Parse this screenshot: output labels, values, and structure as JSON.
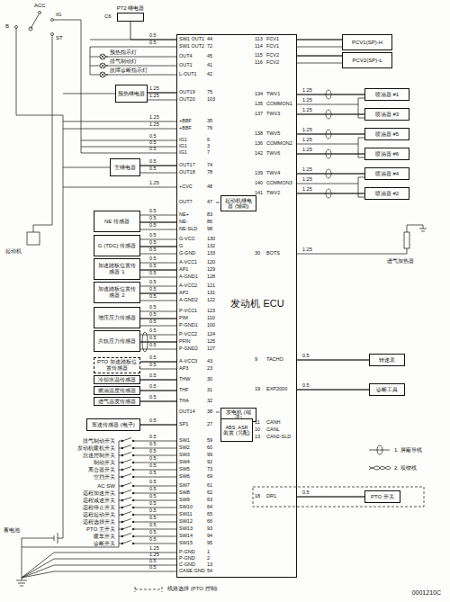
{
  "diagram": {
    "caption": "0001210C",
    "nodes": [
      {
        "text": [
          "发动机 ECU"
        ]
      },
      {
        "text": [
          "P72 继电器"
        ]
      },
      {
        "text": [
          "预热继电器"
        ]
      },
      {
        "text": [
          "主继电器"
        ]
      },
      {
        "text": [
          "起动机继电器 (辅助)"
        ],
        "in": 0
      },
      {
        "text": [
          "NE 传感器"
        ]
      },
      {
        "text": [
          "G (TDC) 传感器"
        ]
      },
      {
        "text": [
          "加速踏板位置传感器 1"
        ]
      },
      {
        "text": [
          "加速踏板位置传感器 2"
        ]
      },
      {
        "text": [
          "增压压力传感器"
        ]
      },
      {
        "text": [
          "共轨压力传感器"
        ]
      },
      {
        "text": [
          "PTO 加速踏板位置传感器"
        ]
      },
      {
        "text": [
          "冷却水温传感器"
        ]
      },
      {
        "text": [
          "燃油温度传感器"
        ]
      },
      {
        "text": [
          "进气温度传感器"
        ]
      },
      {
        "text": [
          "发电机 (端子)"
        ],
        "in": 0
      },
      {
        "text": [
          "车速传感器 (电子)"
        ]
      },
      {
        "text": [
          "PCV1(SP)-H"
        ]
      },
      {
        "text": [
          "PCV2(SP)-L"
        ]
      },
      {
        "text": [
          "喷油器 #1"
        ]
      },
      {
        "text": [
          "喷油器 #3"
        ]
      },
      {
        "text": [
          "喷油器 #5"
        ]
      },
      {
        "text": [
          "喷油器 #6"
        ]
      },
      {
        "text": [
          "喷油器 #4"
        ]
      },
      {
        "text": [
          "喷油器 #2"
        ]
      },
      {
        "text": [
          "转速表"
        ]
      },
      {
        "text": [
          "诊断工具"
        ]
      },
      {
        "text": [
          "ABS, ASR 装置 (另配)"
        ],
        "in": 0
      },
      {
        "text": [
          "PTO 开关"
        ]
      }
    ],
    "edges": [
      {
        "from": 1,
        "to": 0,
        "arrow": "none"
      },
      {
        "from": 2,
        "to": 0,
        "arrow": "none"
      },
      {
        "from": 3,
        "to": 0,
        "arrow": "none"
      },
      {
        "from": 5,
        "to": 0,
        "arrow": "none"
      },
      {
        "from": 6,
        "to": 0,
        "arrow": "none"
      },
      {
        "from": 7,
        "to": 0,
        "arrow": "none"
      },
      {
        "from": 8,
        "to": 0,
        "arrow": "none"
      },
      {
        "from": 9,
        "to": 0,
        "arrow": "none"
      },
      {
        "from": 10,
        "to": 0,
        "arrow": "none"
      },
      {
        "from": 11,
        "to": 0,
        "arrow": "none"
      },
      {
        "from": 12,
        "to": 0,
        "arrow": "none"
      },
      {
        "from": 13,
        "to": 0,
        "arrow": "none"
      },
      {
        "from": 14,
        "to": 0,
        "arrow": "none"
      },
      {
        "from": 16,
        "to": 0,
        "arrow": "none"
      },
      {
        "from": 0,
        "to": 17,
        "arrow": "none"
      },
      {
        "from": 0,
        "to": 18,
        "arrow": "none"
      },
      {
        "from": 0,
        "to": 19,
        "arrow": "none"
      },
      {
        "from": 0,
        "to": 20,
        "arrow": "none"
      },
      {
        "from": 0,
        "to": 21,
        "arrow": "none"
      },
      {
        "from": 0,
        "to": 22,
        "arrow": "none"
      },
      {
        "from": 0,
        "to": 23,
        "arrow": "none"
      },
      {
        "from": 0,
        "to": 24,
        "arrow": "none"
      },
      {
        "from": 0,
        "to": 25,
        "arrow": "none"
      },
      {
        "from": 0,
        "to": 26,
        "arrow": "none"
      },
      {
        "from": 0,
        "to": 28,
        "arrow": "none"
      }
    ],
    "labels": [
      "0.5",
      "SW1 OUT1",
      "44",
      "0.5",
      "SW1 OUT2",
      "72",
      "OUT4",
      "45",
      "OUT1",
      "41",
      "L-OUT1",
      "42",
      "1.25",
      "OUT19",
      "75",
      "1.25",
      "OUT20",
      "103",
      "1.25",
      "+BBF",
      "35",
      "1.25",
      "+BBF",
      "76",
      "0.5",
      "IG1",
      "6",
      "0.5",
      "IG1",
      "3",
      "0.5",
      "IG1",
      "7",
      "0.5",
      "OUT17",
      "74",
      "0.5",
      "OUT18",
      "78",
      "1.25",
      "+CVC",
      "48",
      "OUT7",
      "47",
      "0.5",
      "NE+",
      "83",
      "0.5",
      "NE-",
      "86",
      "0.5",
      "NE-SLD",
      "98",
      "0.5",
      "G-VCC",
      "130",
      "0.5",
      "G",
      "132",
      "0.5",
      "G-GND",
      "133",
      "0.5",
      "A-VCC1",
      "120",
      "0.5",
      "AP1",
      "129",
      "0.5",
      "A-GND1",
      "128",
      "0.5",
      "A-VCC2",
      "121",
      "0.5",
      "AP2",
      "131",
      "0.5",
      "A-GND2",
      "122",
      "0.5",
      "P-VCC1",
      "123",
      "0.5",
      "PIM",
      "110",
      "0.5",
      "P-GND1",
      "100",
      "0.5",
      "P-VCC2",
      "124",
      "0.5",
      "PFIN",
      "125",
      "0.5",
      "P-GND2",
      "127",
      "0.5",
      "A-VCC3",
      "43",
      "0.5",
      "AP3",
      "23",
      "0.5",
      "THW",
      "30",
      "0.5",
      "THF",
      "31",
      "0.5",
      "THA",
      "32",
      "OUT14",
      "38",
      "0.5",
      "SP1",
      "27",
      "0.5",
      "SW1",
      "59",
      "0.5",
      "SW2",
      "60",
      "0.5",
      "SW3",
      "99",
      "0.5",
      "SW4",
      "92",
      "0.5",
      "SW5",
      "73",
      "0.5",
      "SW6",
      "69",
      "0.5",
      "SW7",
      "61",
      "0.5",
      "SW8",
      "62",
      "0.5",
      "SW9",
      "63",
      "0.5",
      "SW10",
      "64",
      "0.5",
      "SW11",
      "65",
      "0.5",
      "SW12",
      "66",
      "0.5",
      "SW13",
      "93",
      "0.5",
      "SW14",
      "94",
      "0.5",
      "SW15",
      "95",
      "1.25",
      "P-GND",
      "1",
      "1.25",
      "P-GND",
      "2",
      "0.5",
      "C-GND",
      "13",
      "0.5",
      "CASE GND",
      "54",
      "113",
      "FCV1",
      "114",
      "FCV1",
      "115",
      "FCV2",
      "116",
      "FCV2",
      "134",
      "TWV1",
      "1.25",
      "135",
      "COMMON1",
      "1.25",
      "137",
      "TWV3",
      "1.25",
      "138",
      "TWV5",
      "1.25",
      "136",
      "COMMON2",
      "1.25",
      "142",
      "TWV6",
      "1.25",
      "139",
      "TWV4",
      "1.25",
      "140",
      "COMMON3",
      "1.25",
      "141",
      "TWV2",
      "1.25",
      "30",
      "BOTS",
      "1.25",
      "9",
      "TACHO",
      "0.5",
      "19",
      "EXP2000",
      "0.5",
      "11",
      "CANH",
      "10",
      "CANL",
      "13",
      "CAN2-SLD",
      "18",
      "DR1",
      "0.5",
      "B",
      "ACC",
      "IG",
      "ST",
      "C6",
      "预热指示灯",
      "排气制动灯",
      "故障诊断指示灯",
      "起动机",
      "排气制动开关",
      "发动机暖机开关",
      "怠速控制开关",
      "制动开关",
      "离合器开关",
      "空挡开关",
      "AC SW",
      "远程加速开关",
      "远程减速开关",
      "远程停止开关",
      "远程起动开关",
      "远程选择开关",
      "PTO 主开关",
      "暖车开关",
      "诊断开关",
      "进气加热器",
      "蓄电池",
      "1. 屏蔽导线",
      "2. 双绞线"
    ],
    "legend": [
      {
        "text": "线路选择 (PTO 控制)"
      }
    ]
  }
}
